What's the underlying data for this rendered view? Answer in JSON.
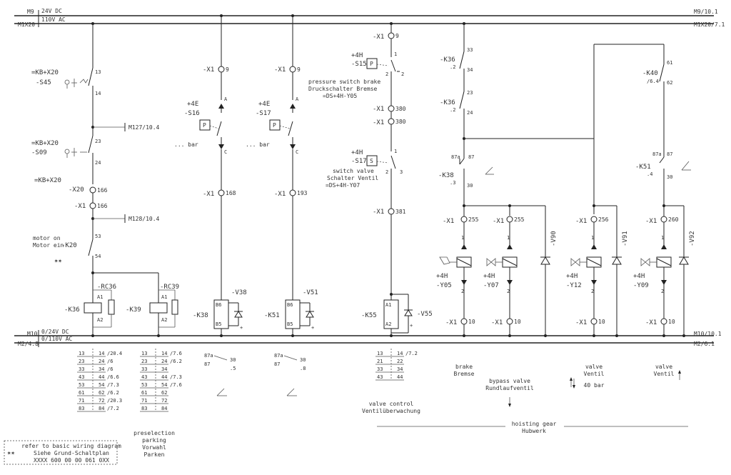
{
  "buses": {
    "m9": {
      "left": "M9",
      "desc": "24V DC",
      "right": "M9/10.1"
    },
    "m1x20": {
      "left": "M1X20",
      "desc": "110V AC",
      "right": "M1X20/7.1"
    },
    "m10": {
      "left": "M10",
      "desc": "0/24V DC",
      "right": "M10/10.1"
    },
    "m2": {
      "left": "M2/4.8",
      "desc": "0/110V AC",
      "right": "M2/6.1"
    }
  },
  "col1": {
    "s45_loc": "=KB+X20",
    "s45_tag": "-S45",
    "s45_t1": "13",
    "s45_t2": "14",
    "ref1": "M127/10.4",
    "s09_loc": "=KB+X20",
    "s09_tag": "-S09",
    "s09_t1": "23",
    "s09_t2": "24",
    "x20_loc": "=KB+X20",
    "x20_tag": "-X20",
    "x20_num": "166",
    "x1_tag": "-X1",
    "x1_num": "166",
    "ref2": "M128/10.4",
    "motor_en": "motor on",
    "motor_de": "Motor ein",
    "k20_tag": "-K20",
    "k20_t1": "53",
    "k20_t2": "54",
    "star": "✶✶",
    "rc36": "-RC36",
    "k36": "-K36",
    "rc39": "-RC39",
    "k39": "-K39",
    "a1": "A1",
    "a2": "A2"
  },
  "col2": {
    "x1a": "-X1",
    "x1a_num": "9",
    "loc": "+4E",
    "tag": "-S16",
    "a": "A",
    "c": "C",
    "p": "P",
    "bar": "... bar",
    "x1b": "-X1",
    "x1b_num": "168",
    "v": "-V38",
    "k": "-K38",
    "b6": "B6",
    "b5": "B5",
    "plus": "+"
  },
  "col3": {
    "x1a": "-X1",
    "x1a_num": "9",
    "loc": "+4E",
    "tag": "-S17",
    "a": "A",
    "c": "C",
    "p": "P",
    "bar": "... bar",
    "x1b": "-X1",
    "x1b_num": "193",
    "v": "-V51",
    "k": "-K51",
    "b6": "B6",
    "b5": "B5",
    "plus": "+"
  },
  "col4": {
    "x1a": "-X1",
    "x1a_num": "9",
    "loc1": "+4H",
    "tag1": "-S15",
    "sym1": "P",
    "n1": "1",
    "n2": "2",
    "ps_en": "pressure switch brake",
    "ps_de": "Druckschalter Bremse",
    "ps_ref": "=DS+4H-Y05",
    "x1b": "-X1",
    "x1b_num": "380",
    "x1c": "-X1",
    "x1c_num": "380",
    "loc2": "+4H",
    "tag2": "-S17",
    "sym2": "S",
    "n3": "1",
    "n4": "2",
    "n5": "3",
    "sv_en": "switch valve",
    "sv_de": "Schalter Ventil",
    "sv_ref": "=DS+4H-Y07",
    "x1d": "-X1",
    "x1d_num": "381",
    "k": "-K55",
    "v": "-V55",
    "a1": "A1",
    "a2": "A2"
  },
  "right": {
    "k36a": "-K36",
    "k36a_sub": ".2",
    "k36a_t1": "33",
    "k36a_t2": "34",
    "k36b": "-K36",
    "k36b_sub": ".2",
    "k36b_t1": "23",
    "k36b_t2": "24",
    "k38": "-K38",
    "k38_sub": ".3",
    "k38_t87a": "87a",
    "k38_t87": "87",
    "k38_t30": "30",
    "k40": "-K40",
    "k40_sub": "/6.4",
    "k40_t1": "61",
    "k40_t2": "62",
    "k51": "-K51",
    "k51_sub": ".4",
    "k51_t87a": "87a",
    "k51_t87": "87",
    "k51_t30": "30",
    "x1_255a": "255",
    "x1_255b": "255",
    "x1_256": "256",
    "x1_260": "260",
    "x1_10": "10",
    "x1": "-X1",
    "v90": "-V90",
    "v91": "-V91",
    "v92": "-V92",
    "y05_loc": "+4H",
    "y05": "-Y05",
    "y07_loc": "+4H",
    "y07": "-Y07",
    "y12_loc": "+4H",
    "y12": "-Y12",
    "y09_loc": "+4H",
    "y09": "-Y09",
    "p1": "1",
    "p2": "2"
  },
  "xref": {
    "k36_rows": [
      [
        "13",
        "14",
        "/20.4"
      ],
      [
        "23",
        "24",
        "/6"
      ],
      [
        "33",
        "34",
        "/6"
      ],
      [
        "43",
        "44",
        "/6.6"
      ],
      [
        "53",
        "54",
        "/7.3"
      ],
      [
        "61",
        "62",
        "/6.2"
      ],
      [
        "71",
        "72",
        "/20.3"
      ],
      [
        "83",
        "84",
        "/7.2"
      ]
    ],
    "k39_rows": [
      [
        "13",
        "14",
        "/7.6"
      ],
      [
        "23",
        "24",
        "/6.2"
      ],
      [
        "33",
        "34",
        ""
      ],
      [
        "43",
        "44",
        "/7.3"
      ],
      [
        "53",
        "54",
        "/7.6"
      ],
      [
        "61",
        "62",
        ""
      ],
      [
        "71",
        "72",
        ""
      ],
      [
        "83",
        "84",
        ""
      ]
    ],
    "k38_87a": "87a",
    "k38_87": "87",
    "k38_30": "30",
    "k38_ref": ".5",
    "k51_87a": "87a",
    "k51_87": "87",
    "k51_30": "30",
    "k51_ref": ".8",
    "k55_rows": [
      [
        "13",
        "14",
        "/7.2"
      ],
      [
        "21",
        "22",
        ""
      ],
      [
        "33",
        "34",
        ""
      ],
      [
        "43",
        "44",
        ""
      ]
    ]
  },
  "labels": {
    "preselection": [
      "preselection",
      "parking",
      "Vorwahl",
      "Parken"
    ],
    "valve_control": [
      "valve control",
      "Ventilüberwachung"
    ],
    "brake": [
      "brake",
      "Bremse"
    ],
    "bypass": [
      "bypass valve",
      "Rundlaufventil"
    ],
    "valve1": [
      "valve",
      "Ventil",
      "40 bar"
    ],
    "valve2": [
      "valve",
      "Ventil"
    ],
    "hoisting": [
      "hoisting gear",
      "Hubwerk"
    ],
    "refer": [
      "refer to basic wiring diagram",
      "Siehe Grund-Schaltplan",
      "XXXX 600 00 00 061 0XX"
    ],
    "refer_star": "✶✶"
  }
}
